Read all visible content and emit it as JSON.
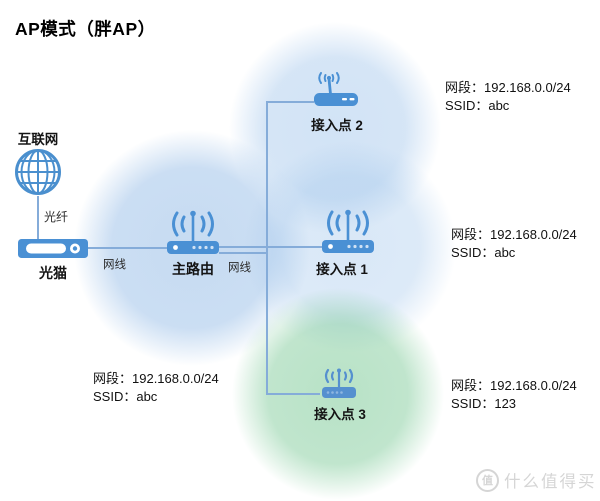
{
  "title": "AP模式（胖AP）",
  "internet": {
    "label": "互联网"
  },
  "fiber": {
    "label": "光纤"
  },
  "modem": {
    "label": "光猫"
  },
  "cables": {
    "left": "网线",
    "right": "网线"
  },
  "router": {
    "label": "主路由",
    "subnet": "网段：192.168.0.0/24",
    "ssid": "SSID：abc"
  },
  "ap1": {
    "label": "接入点 1",
    "subnet": "网段：192.168.0.0/24",
    "ssid": "SSID：abc"
  },
  "ap2": {
    "label": "接入点 2",
    "subnet": "网段：192.168.0.0/24",
    "ssid": "SSID：abc"
  },
  "ap3": {
    "label": "接入点 3",
    "subnet": "网段：192.168.0.0/24",
    "ssid": "SSID：123"
  },
  "watermark": {
    "logo": "值",
    "text": "什么值得买"
  },
  "colors": {
    "device_blue": "#4a90d4",
    "line_blue": "#85acd9",
    "coverage_blue": "#9cc1e9",
    "coverage_green": "#8ccfa0",
    "watermark_gray": "#d5d5d5"
  }
}
